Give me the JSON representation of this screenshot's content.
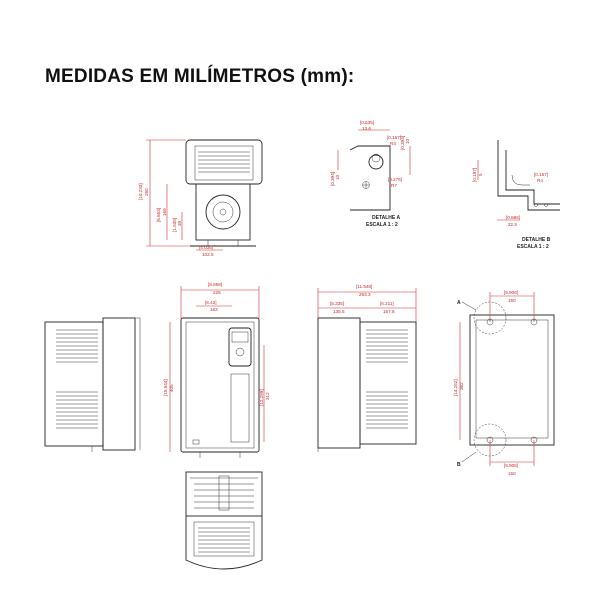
{
  "title": "MEDIDAS EM MILÍMETROS (mm):",
  "detail_a": {
    "caption_line1": "DETALHE A",
    "caption_line2": "ESCALA 1 : 2",
    "dims": [
      "[0.535]",
      "13.6",
      "[0.394]",
      "10",
      "[0.157]",
      "R4",
      "[0.276]",
      "R7",
      "[0.394]",
      "10"
    ]
  },
  "detail_b": {
    "caption_line1": "DETALHE B",
    "caption_line2": "ESCALA 1 : 2",
    "dims": [
      "[0.157]",
      "R4",
      "[0.886]",
      "22.5",
      "[0.197]",
      "5"
    ]
  },
  "top_view": {
    "dims": [
      "[10.233]",
      "260",
      "[6.653]",
      "169",
      "[1.535]",
      "39",
      "[4.035]",
      "102.5"
    ]
  },
  "front_view": {
    "dims": [
      "[8.858]",
      "225",
      "[6.43]",
      "163",
      "[15.944]",
      "405",
      "[12.289]",
      "312"
    ]
  },
  "side_view": {
    "dims": [
      "[11.548]",
      "293.3",
      "[5.335]",
      "135.5",
      "[6.211]",
      "157.8"
    ]
  },
  "back_view": {
    "dims": [
      "[5.906]",
      "150",
      "[14.252]",
      "362",
      "[5.906]",
      "150"
    ],
    "markers": [
      "A",
      "B"
    ]
  }
}
